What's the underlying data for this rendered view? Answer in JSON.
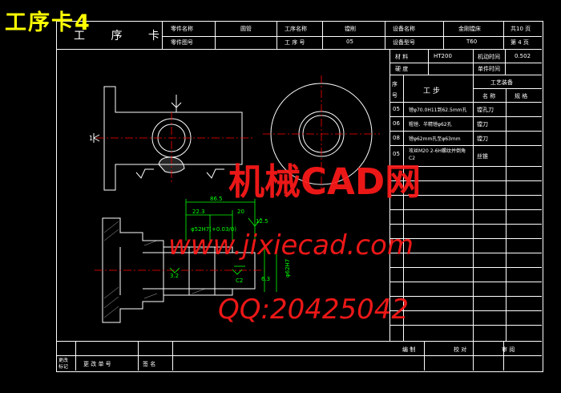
{
  "title": {
    "overlay": "工序卡4",
    "card": "工 序 卡"
  },
  "header": {
    "part_name_label": "零件名称",
    "part_name_value": "圆管",
    "part_no_label": "零件图号",
    "process_name_label": "工序名称",
    "process_name_value": "镗削",
    "process_no_label": "工 序 号",
    "process_no_value": "05",
    "equipment_name_label": "设备名称",
    "equipment_name_value": "金刚镗床",
    "equipment_model_label": "设备型号",
    "equipment_model_value": "T60",
    "total_pages": "共10 页",
    "page_no": "第 4 页"
  },
  "material": {
    "material_label": "材 料",
    "material_value": "HT200",
    "machine_time_label": "机动时间",
    "machine_time_value": "0.502",
    "hardness_label": "硬 度",
    "piece_time_label": "单件时间"
  },
  "steps_table": {
    "no_header": "序号",
    "step_header": "工 步",
    "equipment_header": "工艺装备",
    "name_col": "名 称",
    "spec_col": "规 格",
    "rows": [
      {
        "no": "05",
        "desc": "镗φ70.0H11到62.5mm孔",
        "tool": "镗孔刀"
      },
      {
        "no": "06",
        "desc": "粗镗、半精镗φ62孔",
        "tool": "镗刀"
      },
      {
        "no": "08",
        "desc": "镗φ62mm孔至φ63mm",
        "tool": "镗刀"
      },
      {
        "no": "05",
        "desc": "攻丝M20 2-6H螺纹并倒角C2",
        "tool": "丝锥"
      }
    ]
  },
  "drawing": {
    "dims": [
      "86.5",
      "22.3",
      "20",
      "φ52H7(+0.03/0)",
      "6.3",
      "3.2",
      "12.5",
      "C2",
      "φ62H7"
    ]
  },
  "footer": {
    "change_label": "更改\n标记",
    "change_doc_label": "更 改 单 号",
    "sign_label": "签 名",
    "compile_label": "编 制",
    "check_label": "校 对",
    "review_label": "审 阅"
  },
  "watermark": {
    "site_cn": "机械CAD网",
    "url": "www.jixiecad.com",
    "qq": "QQ:20425042"
  },
  "colors": {
    "frame": "#ffffff",
    "title": "#ffff00",
    "dimension": "#00ff00",
    "centerline": "#ff0000",
    "watermark": "#ff1a1a"
  }
}
